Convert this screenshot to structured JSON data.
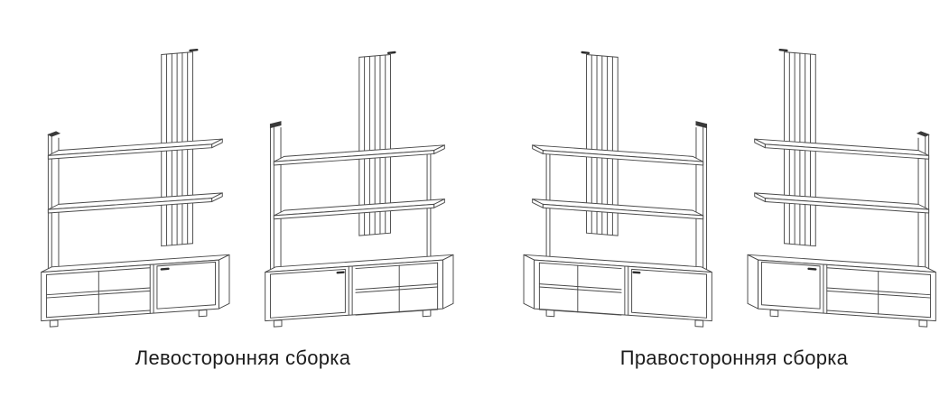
{
  "diagram": {
    "subject": "TV wall unit assembly orientation drawings",
    "groups": [
      {
        "id": "left-assembly",
        "caption": "Левосторонняя сборка",
        "drawings": [
          "left-assembly-view-1",
          "left-assembly-view-2"
        ]
      },
      {
        "id": "right-assembly",
        "caption": "Правосторонняя сборка",
        "drawings": [
          "right-assembly-view-1",
          "right-assembly-view-2"
        ]
      }
    ],
    "colors": {
      "line": "#4a4a4a",
      "accent_dark": "#3a3a3a",
      "text": "#1c1c1c",
      "background": "#ffffff"
    }
  }
}
